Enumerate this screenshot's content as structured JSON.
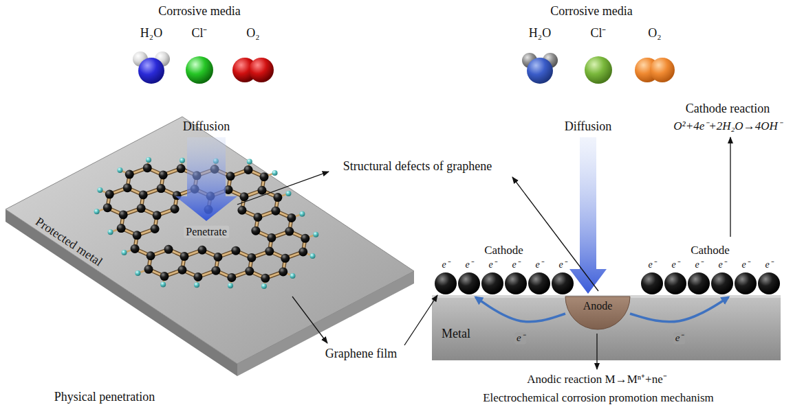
{
  "diagram": {
    "nodes": [
      {
        "text": [
          "Protected metal"
        ]
      },
      {
        "text": [
          "Cathode"
        ]
      },
      {
        "text": [
          "Cathode"
        ]
      },
      {
        "text": [
          "Metal"
        ]
      },
      {
        "text": [
          "Anode"
        ],
        "in": 3
      }
    ],
    "edges": [
      {
        "from": 4,
        "to": 1,
        "arrow": "to",
        "label": "e⁻"
      },
      {
        "from": 4,
        "to": 2,
        "arrow": "to",
        "label": "e⁻"
      }
    ],
    "labels": [
      "Corrosive media",
      "H₂O",
      "Cl⁻",
      "O₂",
      "Diffusion",
      "Penetrate",
      "Structural defects of graphene",
      "Graphene film",
      "Physical penetration",
      "Corrosive media",
      "H₂O",
      "Cl⁻",
      "O₂",
      "Diffusion",
      "Cathode reaction",
      "O²+4e⁻+2H₂O→4OH⁻",
      "e⁻",
      "e⁻",
      "e⁻",
      "e⁻",
      "e⁻",
      "e⁻",
      "e⁻",
      "e⁻",
      "e⁻",
      "e⁻",
      "e⁻",
      "e⁻",
      "Anodic reaction M→Mⁿ⁺+ne⁻",
      "Electrochemical corrosion promotion mechanism"
    ]
  }
}
